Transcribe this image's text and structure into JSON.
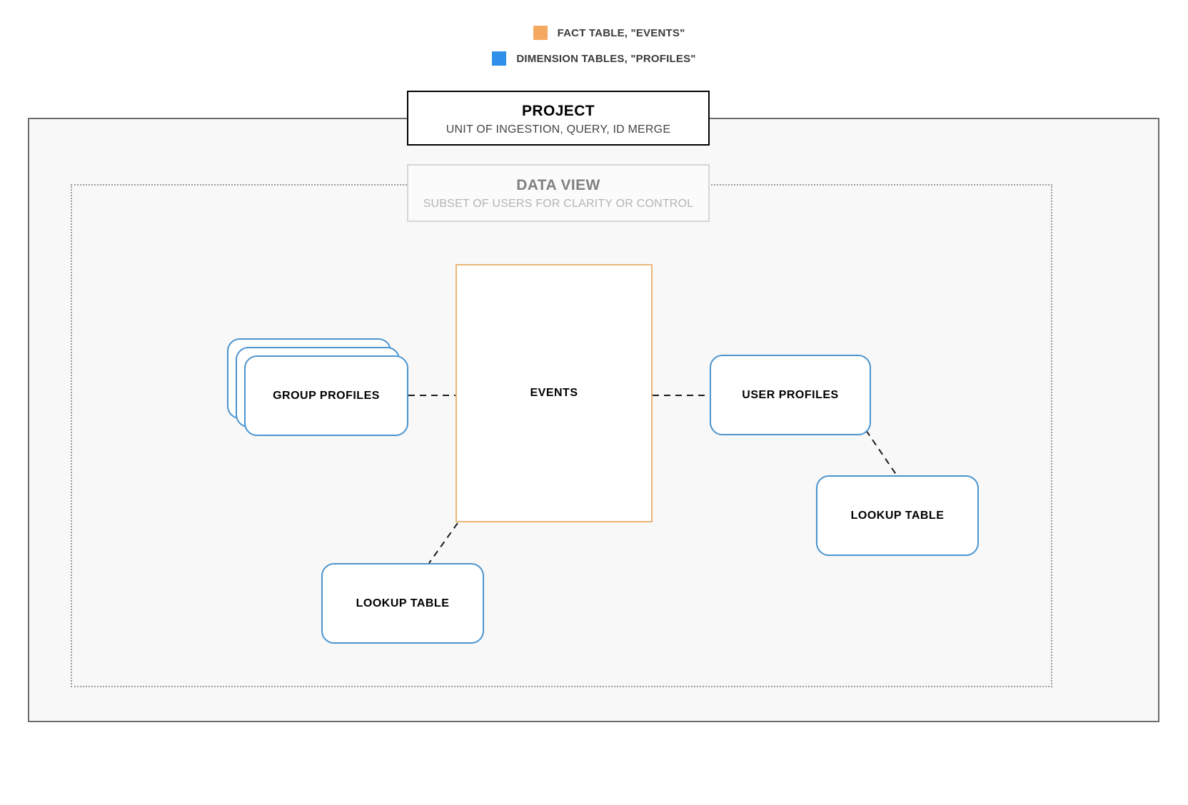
{
  "legend": {
    "items": [
      {
        "swatch_color": "#f5a960",
        "label": "FACT TABLE, \"EVENTS\"",
        "icon": "square-swatch-icon"
      },
      {
        "swatch_color": "#2e90e8",
        "label": "DIMENSION TABLES, \"PROFILES\"",
        "icon": "square-swatch-icon"
      }
    ]
  },
  "project": {
    "title": "PROJECT",
    "subtitle": "UNIT OF INGESTION, QUERY, ID MERGE",
    "border_color": "#000000"
  },
  "data_view": {
    "title": "DATA VIEW",
    "subtitle": "SUBSET OF USERS FOR CLARITY OR CONTROL",
    "border_color": "#d6d6d6"
  },
  "nodes": {
    "events": {
      "label": "EVENTS",
      "type": "fact-table",
      "border_color": "#e9b778"
    },
    "group_profiles": {
      "label": "GROUP PROFILES",
      "type": "dimension-table-stack",
      "border_color": "#4a94cf",
      "stack_count": 3
    },
    "user_profiles": {
      "label": "USER PROFILES",
      "type": "dimension-table",
      "border_color": "#4a94cf"
    },
    "lookup_table_right": {
      "label": "LOOKUP TABLE",
      "type": "dimension-table",
      "border_color": "#4a94cf"
    },
    "lookup_table_left": {
      "label": "LOOKUP TABLE",
      "type": "dimension-table",
      "border_color": "#4a94cf"
    }
  },
  "connectors": {
    "style": "dashed",
    "color": "#1a1a1a",
    "links": [
      {
        "from": "group_profiles",
        "to": "events"
      },
      {
        "from": "events",
        "to": "user_profiles"
      },
      {
        "from": "user_profiles",
        "to": "lookup_table_right"
      },
      {
        "from": "events",
        "to": "lookup_table_left"
      }
    ]
  }
}
